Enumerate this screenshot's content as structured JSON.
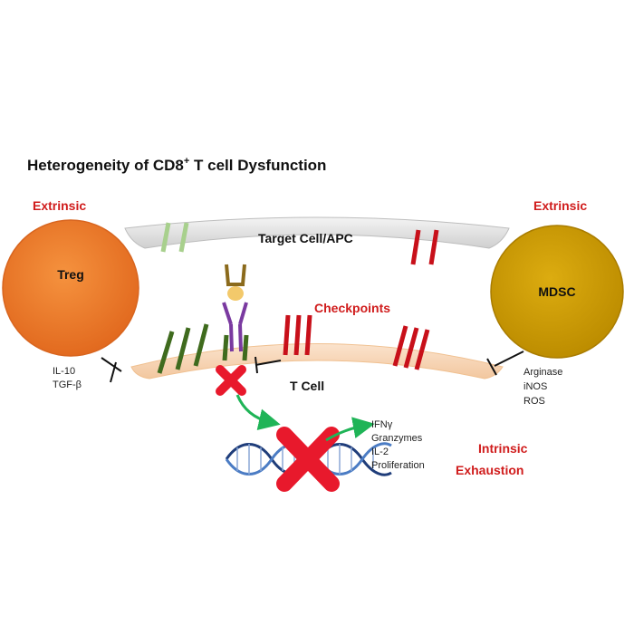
{
  "title": {
    "main": "Heterogeneity of CD8",
    "superscript": "+",
    "rest": " T cell Dysfunction"
  },
  "left": {
    "heading": "Extrinsic",
    "cell_label": "Treg",
    "factors": [
      "IL-10",
      "TGF-β"
    ]
  },
  "right": {
    "heading": "Extrinsic",
    "cell_label": "MDSC",
    "factors": [
      "Arginase",
      "iNOS",
      "ROS"
    ]
  },
  "target_cell_label": "Target Cell/APC",
  "checkpoints_label": "Checkpoints",
  "t_cell_label": "T Cell",
  "outputs": [
    "IFNγ",
    "Granzymes",
    "IL-2",
    "Proliferation"
  ],
  "intrinsic": {
    "line1": "Intrinsic",
    "line2": "Exhaustion"
  },
  "colors": {
    "treg": "#ef7b2e",
    "mdsc": "#d0a000",
    "checkpoint_red": "#c8101a",
    "tcr_green": "#3f6b1e",
    "light_green": "#a8d08d",
    "inhibit_x": "#e8192c",
    "arrow_green": "#1fb457",
    "dna_blue": "#1f3d7a",
    "heading_red": "#d01c1c"
  }
}
